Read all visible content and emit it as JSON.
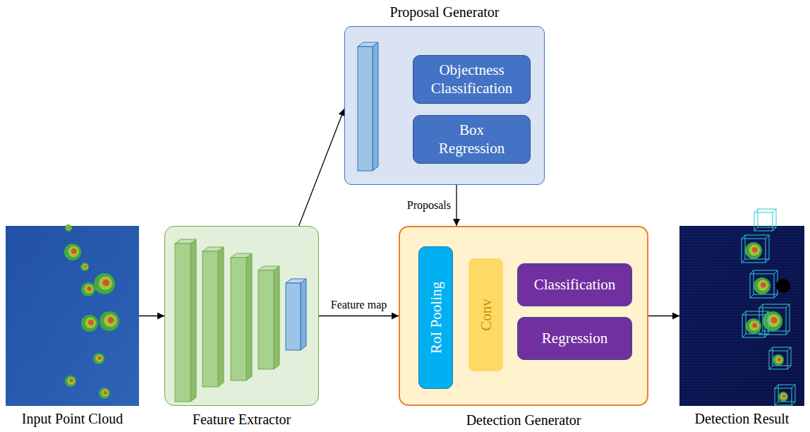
{
  "diagram": {
    "nodes": [
      {
        "text": [
          "Input Point Cloud"
        ]
      },
      {
        "text": [
          "Feature Extractor"
        ]
      },
      {
        "text": [
          "Proposal Generator"
        ]
      },
      {
        "text": [
          "Objectness Classification"
        ],
        "in": 2
      },
      {
        "text": [
          "Box Regression"
        ],
        "in": 2
      },
      {
        "text": [
          "Detection Generator"
        ]
      },
      {
        "text": [
          "RoI Pooling"
        ],
        "in": 5
      },
      {
        "text": [
          "Conv"
        ],
        "in": 5
      },
      {
        "text": [
          "Classification"
        ],
        "in": 5
      },
      {
        "text": [
          "Regression"
        ],
        "in": 5
      },
      {
        "text": [
          "Detection Result"
        ]
      }
    ],
    "edges": [
      {
        "from": 0,
        "to": 1,
        "arrow": "to"
      },
      {
        "from": 1,
        "to": 5,
        "label": "Feature map",
        "arrow": "to"
      },
      {
        "from": 1,
        "to": 2,
        "arrow": "to"
      },
      {
        "from": 2,
        "to": 5,
        "label": "Proposals",
        "arrow": "to"
      },
      {
        "from": 5,
        "to": 10,
        "arrow": "to"
      }
    ]
  }
}
